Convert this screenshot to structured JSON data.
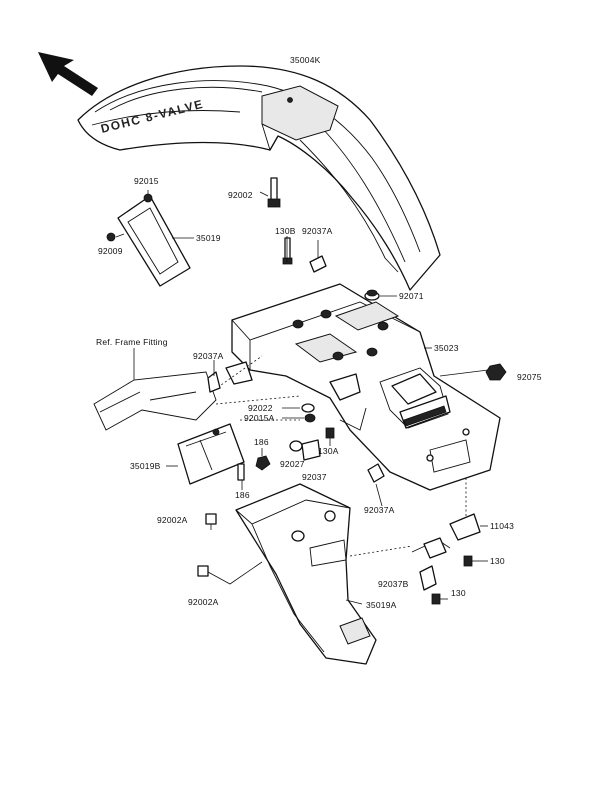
{
  "diagram": {
    "fender_text": "DOHC 8-VALVE",
    "reference_note": "Ref. Frame Fitting",
    "labels": {
      "p35004K": "35004K",
      "p92015": "92015",
      "p92002": "92002",
      "p35019": "35019",
      "p92009": "92009",
      "p130B": "130B",
      "p92037A_top": "92037A",
      "p92071": "92071",
      "p35023": "35023",
      "p92037A_left": "92037A",
      "p92075": "92075",
      "p92022": "92022",
      "p92015A": "92015A",
      "p186_top": "186",
      "p130A": "130A",
      "p35019B": "35019B",
      "p92027": "92027",
      "p92037": "92037",
      "p186_bot": "186",
      "p92037A_mid": "92037A",
      "p92002A_top": "92002A",
      "p11043": "11043",
      "p130_top": "130",
      "p92037B": "92037B",
      "p130_bot": "130",
      "p35019A": "35019A",
      "p92002A_bot": "92002A"
    }
  }
}
